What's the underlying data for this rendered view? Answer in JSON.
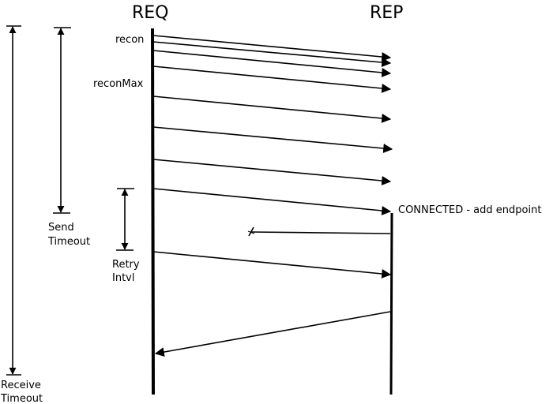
{
  "headers": {
    "req": "REQ",
    "rep": "REP"
  },
  "labels": {
    "recon": "recon",
    "recon_max": "reconMax",
    "connected": "CONNECTED - add endpoint",
    "send_timeout_line1": "Send",
    "send_timeout_line2": "Timeout",
    "retry_intvl_line1": "Retry",
    "retry_intvl_line2": "Intvl",
    "receive_timeout_line1": "Receive",
    "receive_timeout_line2": "Timeout"
  }
}
